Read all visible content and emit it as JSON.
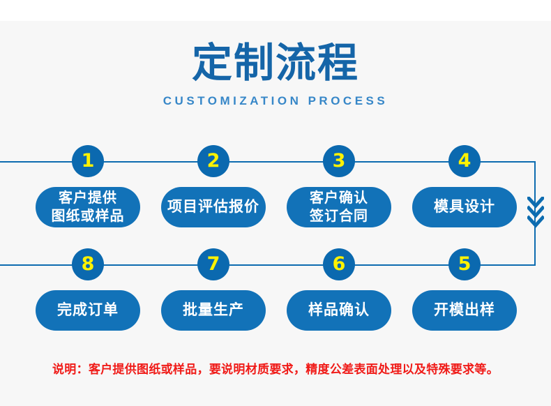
{
  "header": {
    "title": "定制流程",
    "subtitle": "CUSTOMIZATION PROCESS"
  },
  "colors": {
    "brand_blue": "#1272b8",
    "badge_blue": "#0b69af",
    "title_blue": "#1565a8",
    "subtitle_blue": "#3787c8",
    "line_blue": "#0d6cb0",
    "number_yellow": "#fff200",
    "note_red": "#f01b18",
    "panel_bg": "#f7f7f7"
  },
  "flow": {
    "top_row": [
      {
        "number": "1",
        "lines": [
          "客户提供",
          "图纸或样品"
        ]
      },
      {
        "number": "2",
        "lines": [
          "项目评估报价"
        ]
      },
      {
        "number": "3",
        "lines": [
          "客户确认",
          "签订合同"
        ]
      },
      {
        "number": "4",
        "lines": [
          "模具设计"
        ]
      }
    ],
    "bottom_row": [
      {
        "number": "8",
        "lines": [
          "完成订单"
        ]
      },
      {
        "number": "7",
        "lines": [
          "批量生产"
        ]
      },
      {
        "number": "6",
        "lines": [
          "样品确认"
        ]
      },
      {
        "number": "5",
        "lines": [
          "开模出样"
        ]
      }
    ],
    "arrow_icon": "triple-chevron-down-icon"
  },
  "note": "说明：客户提供图纸或样品，要说明材质要求，精度公差表面处理以及特殊要求等。"
}
